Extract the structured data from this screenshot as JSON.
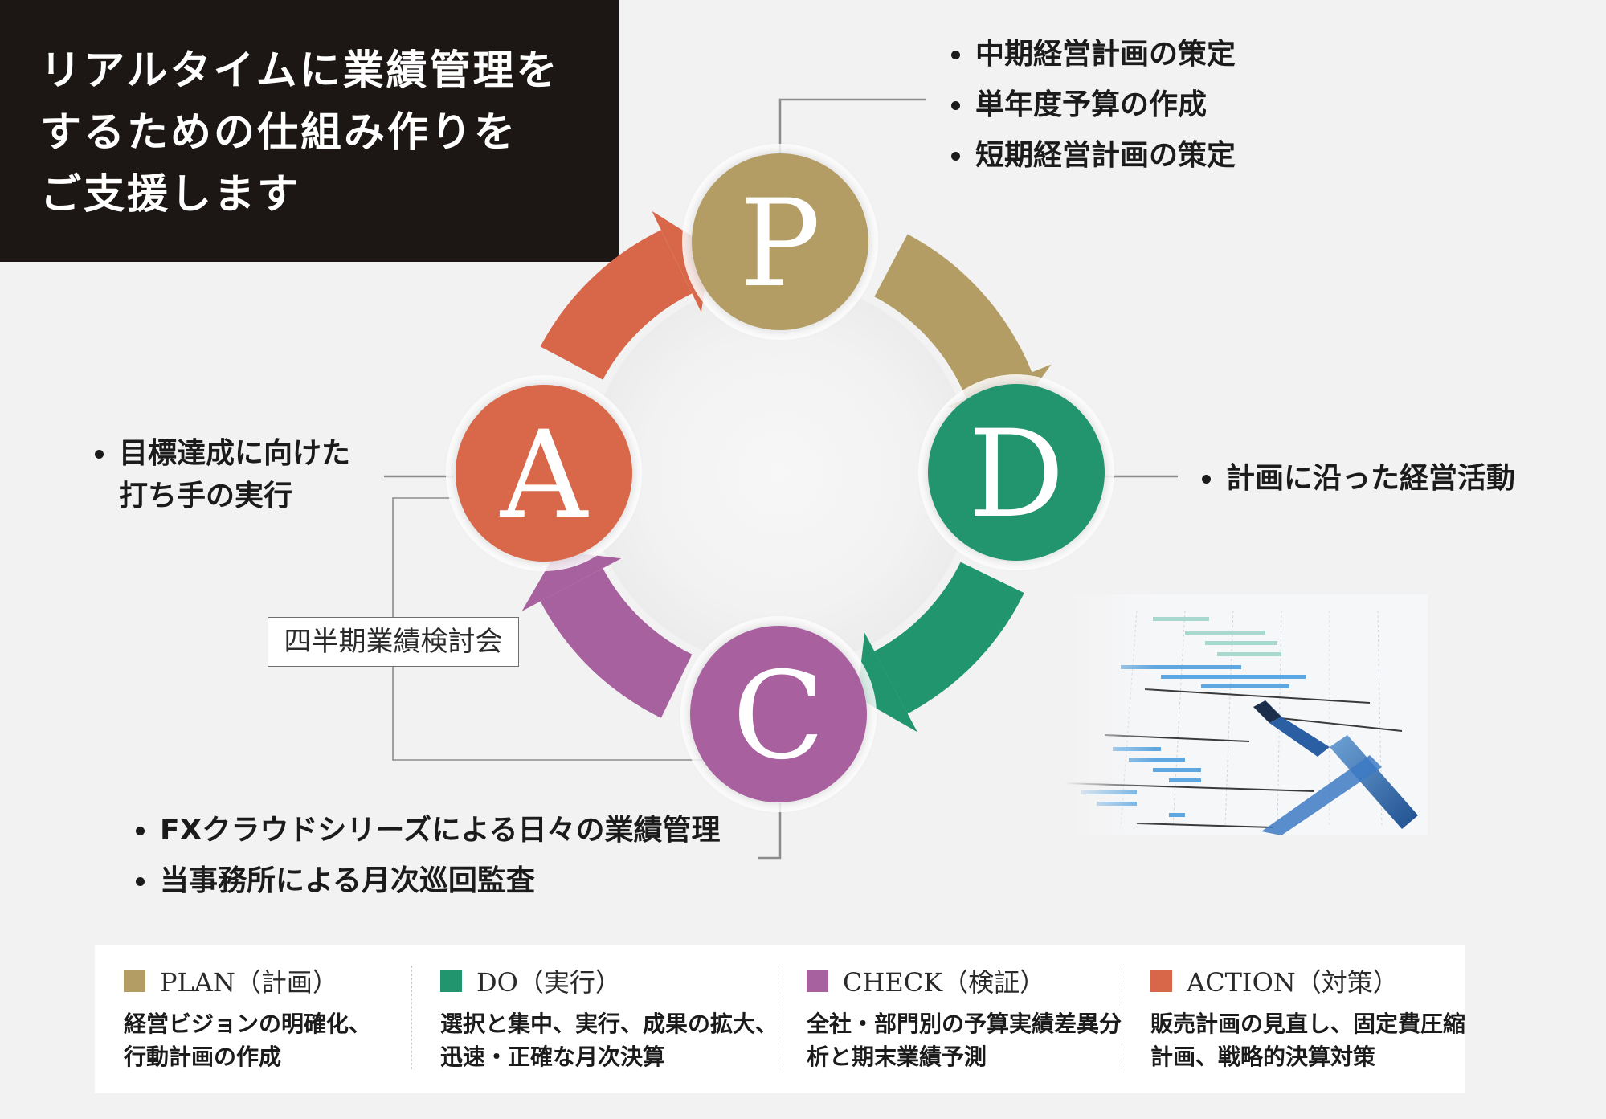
{
  "headline": {
    "lines": [
      "リアルタイムに業績管理を",
      "するための仕組み作りを",
      "ご支援します"
    ]
  },
  "cycle": {
    "nodes": [
      {
        "letter": "P",
        "color": "#b39d65"
      },
      {
        "letter": "D",
        "color": "#20956e"
      },
      {
        "letter": "C",
        "color": "#a8619f"
      },
      {
        "letter": "A",
        "color": "#d8674a"
      }
    ]
  },
  "plan_bullets": [
    "中期経営計画の策定",
    "単年度予算の作成",
    "短期経営計画の策定"
  ],
  "do_bullets": [
    "計画に沿った経営活動"
  ],
  "action_bullets": [
    "目標達成に向けた",
    "打ち手の実行"
  ],
  "check_bullets": [
    "FXクラウドシリーズによる日々の業績管理",
    "当事務所による月次巡回監査"
  ],
  "review_label": "四半期業績検討会",
  "legend": [
    {
      "title": "PLAN（計画）",
      "color": "#b39d65",
      "desc": [
        "経営ビジョンの明確化、",
        "行動計画の作成"
      ]
    },
    {
      "title": "DO（実行）",
      "color": "#20956e",
      "desc": [
        "選択と集中、実行、成果の拡大、",
        "迅速・正確な月次決算"
      ]
    },
    {
      "title": "CHECK（検証）",
      "color": "#a8619f",
      "desc": [
        "全社・部門別の予算実績差異分",
        "析と期末業績予測"
      ]
    },
    {
      "title": "ACTION（対策）",
      "color": "#d8674a",
      "desc": [
        "販売計画の見直し、固定費圧縮",
        "計画、戦略的決算対策"
      ]
    }
  ]
}
